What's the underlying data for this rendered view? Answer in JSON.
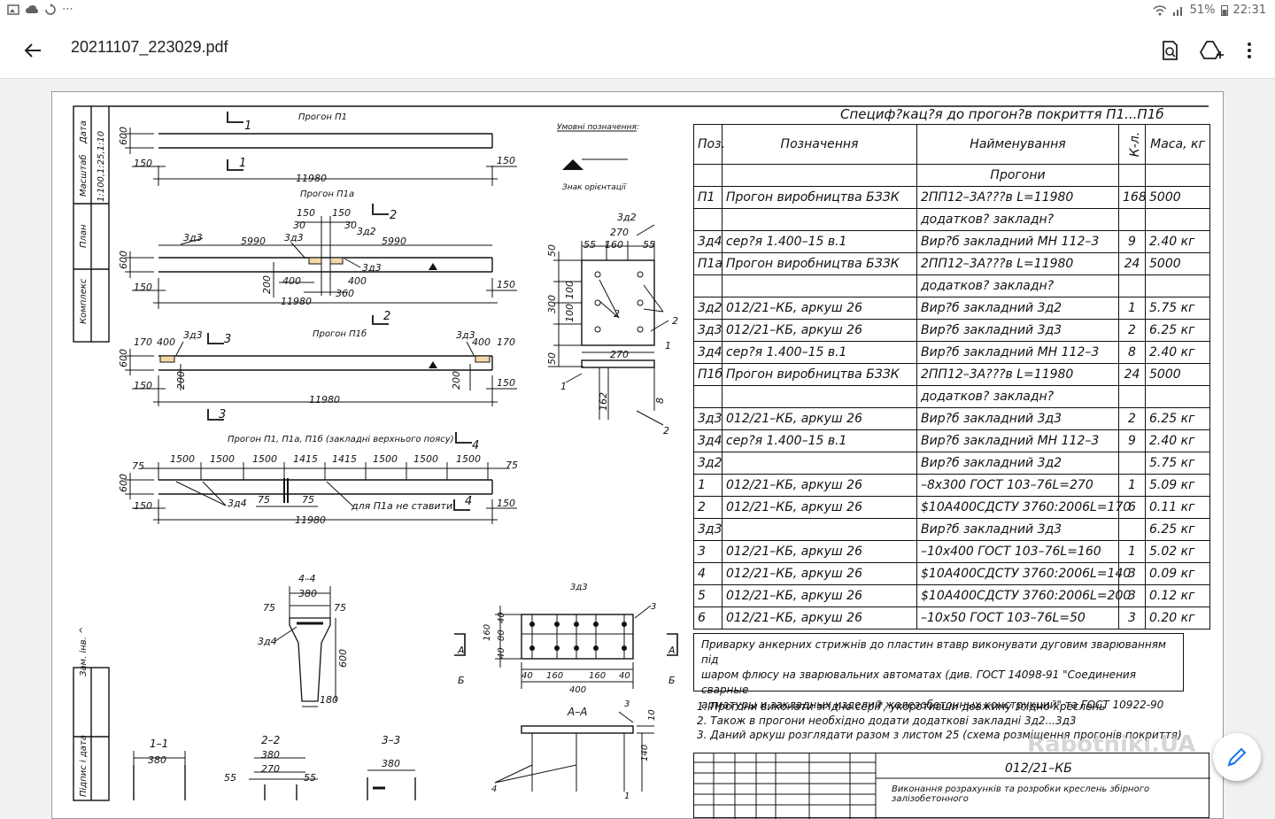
{
  "status_bar": {
    "battery": "51%",
    "time": "22:31"
  },
  "app_bar": {
    "title": "20211107_223029.pdf"
  },
  "spec": {
    "title": "Специф?кац?я до прогон?в покриття П1...П1б",
    "headers": [
      "Поз.",
      "Позначення",
      "Найменування",
      "К-л.",
      "Маса, кг"
    ],
    "rows": [
      [
        "",
        "",
        "Прогони",
        "",
        ""
      ],
      [
        "П1",
        "Прогон виробництва БЗЗК",
        "2ПП12–3А???в     L=11980",
        "168",
        "5000"
      ],
      [
        "",
        "",
        "додатков? закладн?",
        "",
        ""
      ],
      [
        "3д4",
        "сер?я 1.400–15 в.1",
        "Вир?б закладний МН 112–3",
        "9",
        "2.40 кг"
      ],
      [
        "П1а",
        "Прогон виробництва БЗЗК",
        "2ПП12–3А???в     L=11980",
        "24",
        "5000"
      ],
      [
        "",
        "",
        "додатков? закладн?",
        "",
        ""
      ],
      [
        "3д2",
        "012/21–КБ, аркуш 26",
        "Вир?б закладний 3д2",
        "1",
        "5.75 кг"
      ],
      [
        "3д3",
        "012/21–КБ, аркуш 26",
        "Вир?б закладний 3д3",
        "2",
        "6.25 кг"
      ],
      [
        "3д4",
        "сер?я 1.400–15 в.1",
        "Вир?б закладний МН 112–3",
        "8",
        "2.40 кг"
      ],
      [
        "П1б",
        "Прогон виробництва БЗЗК",
        "2ПП12–3А???в     L=11980",
        "24",
        "5000"
      ],
      [
        "",
        "",
        "додатков? закладн?",
        "",
        ""
      ],
      [
        "3д3",
        "012/21–КБ, аркуш 26",
        "Вир?б закладний 3д3",
        "2",
        "6.25 кг"
      ],
      [
        "3д4",
        "сер?я 1.400–15 в.1",
        "Вир?б закладний МН 112–3",
        "9",
        "2.40 кг"
      ],
      [
        "3д2",
        "",
        "Вир?б закладний 3д2",
        "",
        "5.75 кг"
      ],
      [
        "1",
        "012/21–КБ, аркуш 26",
        "–8х300  ГОСТ 103–76L=270",
        "1",
        "5.09 кг"
      ],
      [
        "2",
        "012/21–КБ, аркуш 26",
        "$10А400СДСТУ 3760:2006L=170",
        "6",
        "0.11 кг"
      ],
      [
        "3д3",
        "",
        "Вир?б закладний 3д3",
        "",
        "6.25 кг"
      ],
      [
        "3",
        "012/21–КБ, аркуш 26",
        "–10х400 ГОСТ 103–76L=160",
        "1",
        "5.02 кг"
      ],
      [
        "4",
        "012/21–КБ, аркуш 26",
        "$10А400СДСТУ 3760:2006L=140",
        "3",
        "0.09 кг"
      ],
      [
        "5",
        "012/21–КБ, аркуш 26",
        "$10А400СДСТУ 3760:2006L=200",
        "3",
        "0.12 кг"
      ],
      [
        "6",
        "012/21–КБ, аркуш 26",
        "–10х50  ГОСТ 103–76L=50",
        "3",
        "0.20 кг"
      ]
    ]
  },
  "note_box": [
    "Приварку анкерних стрижнів до пластин втавр виконувати дуговим  зварюванням під",
    "шаром флюсу на зварювальних автоматах (див. ГОСТ 14098-91  \"Соединения сварные",
    "арматуры и закладных изделий железобетонных конструкций\" та ГОСТ 10922-90"
  ],
  "notes": [
    "1. Прогони виконати згідно серії', укоротивши довжину згідно креслень",
    "2. Також в прогони необхідно додати додаткові закладні 3д2...3д3",
    "3. Даний аркуш розглядати разом з листом 25 (схема розміщення прогонів покриття)"
  ],
  "stamp": {
    "code": "012/21–КБ",
    "subtitle": "Виконання розрахунків та розробки креслень збірного залізобетонного"
  },
  "watermark": "Rabotniki.UA",
  "drawing": {
    "side_labels": [
      "Масштаб",
      "Дата",
      "1:100,1:25,1:10",
      "План",
      "Комплекс",
      "Зам. інв. ^",
      "Підпис і дата"
    ],
    "p1_title": "Прогон П1",
    "p1a_title": "Прогон П1а",
    "p1b_title": "Прогон П1б",
    "p_all_title": "Прогон П1, П1а, П1б (закладні верхнього поясу)",
    "legend_title": "Умовні позначення:",
    "legend_mark": "Знак орієнтації",
    "cut_no_p1a": "для П1а не ставити",
    "section_44": "4–4",
    "section_aa": "А–А",
    "section_11": "1–1",
    "section_22": "2–2",
    "section_33": "3–3",
    "d11980": "11980",
    "d150": "150",
    "d600": "600",
    "d5990": "5990",
    "d30": "30",
    "d400": "400",
    "d360": "360",
    "d200": "200",
    "d170": "170",
    "d1500": "1500",
    "d1415": "1415",
    "d75": "75",
    "d55": "55",
    "d160": "160",
    "d270": "270",
    "d300": "300",
    "d100": "100",
    "d50": "50",
    "d162": "162",
    "d8": "8",
    "d380": "380",
    "d180": "180",
    "d40": "40",
    "d80": "80",
    "d140": "140",
    "d10": "10",
    "z3d2": "3д2",
    "z3d3": "3д3",
    "z3d4": "3д4",
    "n1": "1",
    "n2": "2",
    "n3": "3",
    "n4": "4",
    "lblA": "А",
    "lblB": "Б"
  }
}
